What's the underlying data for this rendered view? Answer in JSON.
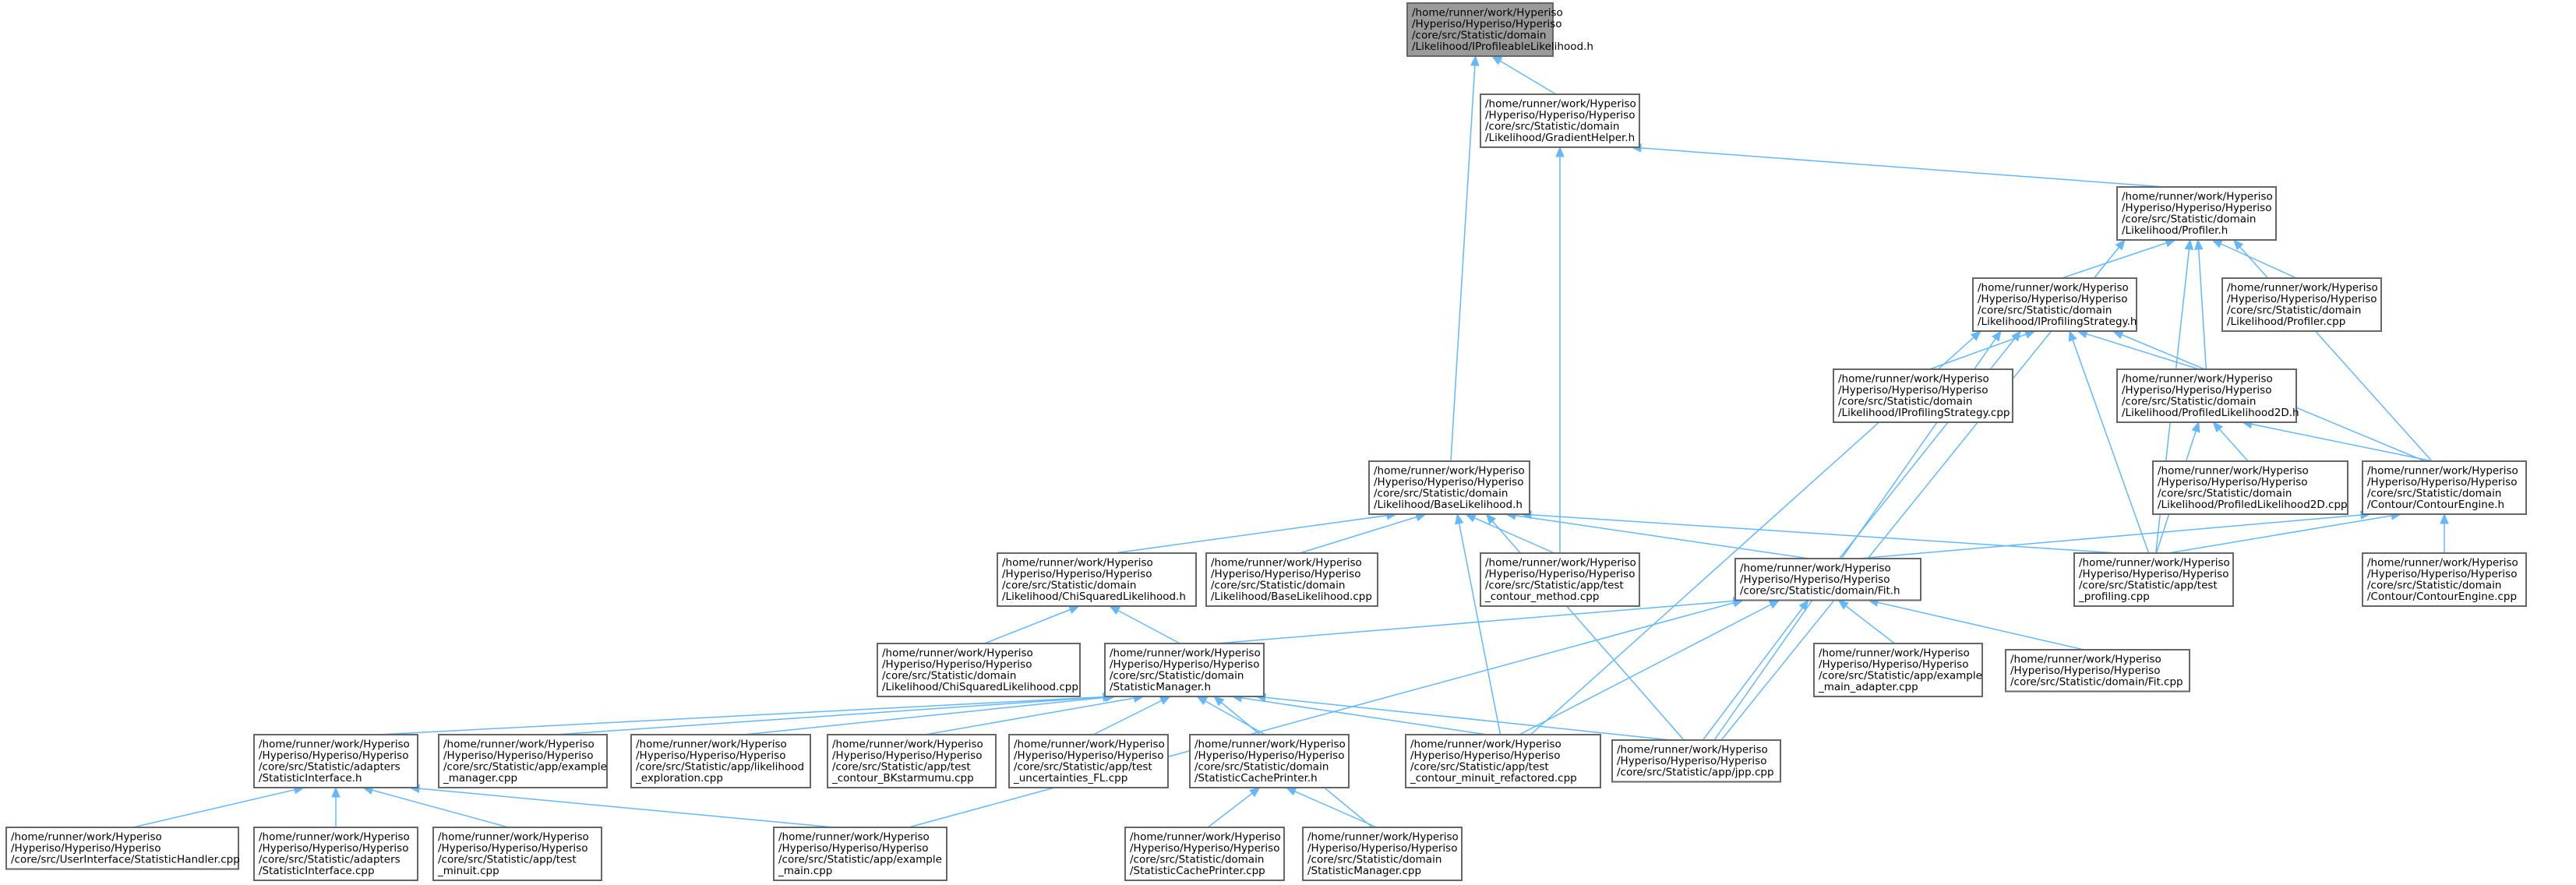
{
  "graph": {
    "colors": {
      "edge": "#63b8ff",
      "root_fill": "#9a9a9a",
      "node_fill": "#ffffff",
      "border": "#666666"
    },
    "nodes": [
      {
        "id": "root",
        "root": true,
        "lines": [
          "/home/runner/work/Hyperiso",
          "/Hyperiso/Hyperiso/Hyperiso",
          "/core/src/Statistic/domain",
          "/Likelihood/IProfileableLikelihood.h"
        ]
      },
      {
        "id": "gradient_helper_h",
        "lines": [
          "/home/runner/work/Hyperiso",
          "/Hyperiso/Hyperiso/Hyperiso",
          "/core/src/Statistic/domain",
          "/Likelihood/GradientHelper.h"
        ]
      },
      {
        "id": "profiler_h",
        "lines": [
          "/home/runner/work/Hyperiso",
          "/Hyperiso/Hyperiso/Hyperiso",
          "/core/src/Statistic/domain",
          "/Likelihood/Profiler.h"
        ]
      },
      {
        "id": "iprofiling_strategy_h",
        "lines": [
          "/home/runner/work/Hyperiso",
          "/Hyperiso/Hyperiso/Hyperiso",
          "/core/src/Statistic/domain",
          "/Likelihood/IProfilingStrategy.h"
        ]
      },
      {
        "id": "profiler_cpp",
        "lines": [
          "/home/runner/work/Hyperiso",
          "/Hyperiso/Hyperiso/Hyperiso",
          "/core/src/Statistic/domain",
          "/Likelihood/Profiler.cpp"
        ]
      },
      {
        "id": "iprofiling_strategy_cpp",
        "lines": [
          "/home/runner/work/Hyperiso",
          "/Hyperiso/Hyperiso/Hyperiso",
          "/core/src/Statistic/domain",
          "/Likelihood/IProfilingStrategy.cpp"
        ]
      },
      {
        "id": "profiled_likelihood2d_h",
        "lines": [
          "/home/runner/work/Hyperiso",
          "/Hyperiso/Hyperiso/Hyperiso",
          "/core/src/Statistic/domain",
          "/Likelihood/ProfiledLikelihood2D.h"
        ]
      },
      {
        "id": "base_likelihood_h",
        "lines": [
          "/home/runner/work/Hyperiso",
          "/Hyperiso/Hyperiso/Hyperiso",
          "/core/src/Statistic/domain",
          "/Likelihood/BaseLikelihood.h"
        ]
      },
      {
        "id": "profiled_likelihood2d_cpp",
        "lines": [
          "/home/runner/work/Hyperiso",
          "/Hyperiso/Hyperiso/Hyperiso",
          "/core/src/Statistic/domain",
          "/Likelihood/ProfiledLikelihood2D.cpp"
        ]
      },
      {
        "id": "contour_engine_h",
        "lines": [
          "/home/runner/work/Hyperiso",
          "/Hyperiso/Hyperiso/Hyperiso",
          "/core/src/Statistic/domain",
          "/Contour/ContourEngine.h"
        ]
      },
      {
        "id": "chi_squared_likelihood_h",
        "lines": [
          "/home/runner/work/Hyperiso",
          "/Hyperiso/Hyperiso/Hyperiso",
          "/core/src/Statistic/domain",
          "/Likelihood/ChiSquaredLikelihood.h"
        ]
      },
      {
        "id": "base_likelihood_cpp",
        "lines": [
          "/home/runner/work/Hyperiso",
          "/Hyperiso/Hyperiso/Hyperiso",
          "/core/src/Statistic/domain",
          "/Likelihood/BaseLikelihood.cpp"
        ]
      },
      {
        "id": "test_contour_method_cpp",
        "lines": [
          "/home/runner/work/Hyperiso",
          "/Hyperiso/Hyperiso/Hyperiso",
          "/core/src/Statistic/app/test",
          "_contour_method.cpp"
        ]
      },
      {
        "id": "fit_h",
        "lines": [
          "/home/runner/work/Hyperiso",
          "/Hyperiso/Hyperiso/Hyperiso",
          "/core/src/Statistic/domain/Fit.h"
        ]
      },
      {
        "id": "test_profiling_cpp",
        "lines": [
          "/home/runner/work/Hyperiso",
          "/Hyperiso/Hyperiso/Hyperiso",
          "/core/src/Statistic/app/test",
          "_profiling.cpp"
        ]
      },
      {
        "id": "contour_engine_cpp",
        "lines": [
          "/home/runner/work/Hyperiso",
          "/Hyperiso/Hyperiso/Hyperiso",
          "/core/src/Statistic/domain",
          "/Contour/ContourEngine.cpp"
        ]
      },
      {
        "id": "chi_squared_likelihood_cpp",
        "lines": [
          "/home/runner/work/Hyperiso",
          "/Hyperiso/Hyperiso/Hyperiso",
          "/core/src/Statistic/domain",
          "/Likelihood/ChiSquaredLikelihood.cpp"
        ]
      },
      {
        "id": "statistic_manager_h",
        "lines": [
          "/home/runner/work/Hyperiso",
          "/Hyperiso/Hyperiso/Hyperiso",
          "/core/src/Statistic/domain",
          "/StatisticManager.h"
        ]
      },
      {
        "id": "example_main_adapter_cpp",
        "lines": [
          "/home/runner/work/Hyperiso",
          "/Hyperiso/Hyperiso/Hyperiso",
          "/core/src/Statistic/app/example",
          "_main_adapter.cpp"
        ]
      },
      {
        "id": "fit_cpp",
        "lines": [
          "/home/runner/work/Hyperiso",
          "/Hyperiso/Hyperiso/Hyperiso",
          "/core/src/Statistic/domain/Fit.cpp"
        ]
      },
      {
        "id": "statistic_interface_h",
        "lines": [
          "/home/runner/work/Hyperiso",
          "/Hyperiso/Hyperiso/Hyperiso",
          "/core/src/Statistic/adapters",
          "/StatisticInterface.h"
        ]
      },
      {
        "id": "example_manager_cpp",
        "lines": [
          "/home/runner/work/Hyperiso",
          "/Hyperiso/Hyperiso/Hyperiso",
          "/core/src/Statistic/app/example",
          "_manager.cpp"
        ]
      },
      {
        "id": "likelihood_exploration_cpp",
        "lines": [
          "/home/runner/work/Hyperiso",
          "/Hyperiso/Hyperiso/Hyperiso",
          "/core/src/Statistic/app/likelihood",
          "_exploration.cpp"
        ]
      },
      {
        "id": "test_contour_bkstarmumu_cpp",
        "lines": [
          "/home/runner/work/Hyperiso",
          "/Hyperiso/Hyperiso/Hyperiso",
          "/core/src/Statistic/app/test",
          "_contour_BKstarmumu.cpp"
        ]
      },
      {
        "id": "test_uncertainties_fl_cpp",
        "lines": [
          "/home/runner/work/Hyperiso",
          "/Hyperiso/Hyperiso/Hyperiso",
          "/core/src/Statistic/app/test",
          "_uncertainties_FL.cpp"
        ]
      },
      {
        "id": "statistic_cache_printer_h",
        "lines": [
          "/home/runner/work/Hyperiso",
          "/Hyperiso/Hyperiso/Hyperiso",
          "/core/src/Statistic/domain",
          "/StatisticCachePrinter.h"
        ]
      },
      {
        "id": "test_contour_minuit_refactored_cpp",
        "lines": [
          "/home/runner/work/Hyperiso",
          "/Hyperiso/Hyperiso/Hyperiso",
          "/core/src/Statistic/app/test",
          "_contour_minuit_refactored.cpp"
        ]
      },
      {
        "id": "jpp_cpp",
        "lines": [
          "/home/runner/work/Hyperiso",
          "/Hyperiso/Hyperiso/Hyperiso",
          "/core/src/Statistic/app/jpp.cpp"
        ]
      },
      {
        "id": "statistic_handler_cpp",
        "lines": [
          "/home/runner/work/Hyperiso",
          "/Hyperiso/Hyperiso/Hyperiso",
          "/core/src/UserInterface/StatisticHandler.cpp"
        ]
      },
      {
        "id": "statistic_interface_cpp",
        "lines": [
          "/home/runner/work/Hyperiso",
          "/Hyperiso/Hyperiso/Hyperiso",
          "/core/src/Statistic/adapters",
          "/StatisticInterface.cpp"
        ]
      },
      {
        "id": "test_minuit_cpp",
        "lines": [
          "/home/runner/work/Hyperiso",
          "/Hyperiso/Hyperiso/Hyperiso",
          "/core/src/Statistic/app/test",
          "_minuit.cpp"
        ]
      },
      {
        "id": "example_main_cpp",
        "lines": [
          "/home/runner/work/Hyperiso",
          "/Hyperiso/Hyperiso/Hyperiso",
          "/core/src/Statistic/app/example",
          "_main.cpp"
        ]
      },
      {
        "id": "statistic_cache_printer_cpp",
        "lines": [
          "/home/runner/work/Hyperiso",
          "/Hyperiso/Hyperiso/Hyperiso",
          "/core/src/Statistic/domain",
          "/StatisticCachePrinter.cpp"
        ]
      },
      {
        "id": "statistic_manager_cpp",
        "lines": [
          "/home/runner/work/Hyperiso",
          "/Hyperiso/Hyperiso/Hyperiso",
          "/core/src/Statistic/domain",
          "/StatisticManager.cpp"
        ]
      }
    ],
    "edges": [
      [
        "root",
        "gradient_helper_h"
      ],
      [
        "root",
        "base_likelihood_h"
      ],
      [
        "gradient_helper_h",
        "profiler_h"
      ],
      [
        "gradient_helper_h",
        "test_contour_method_cpp"
      ],
      [
        "profiler_h",
        "iprofiling_strategy_h"
      ],
      [
        "profiler_h",
        "profiler_cpp"
      ],
      [
        "profiler_h",
        "profiled_likelihood2d_h"
      ],
      [
        "profiler_h",
        "contour_engine_h"
      ],
      [
        "profiler_h",
        "test_profiling_cpp"
      ],
      [
        "profiler_h",
        "jpp_cpp"
      ],
      [
        "iprofiling_strategy_h",
        "iprofiling_strategy_cpp"
      ],
      [
        "iprofiling_strategy_h",
        "profiled_likelihood2d_h"
      ],
      [
        "iprofiling_strategy_h",
        "contour_engine_h"
      ],
      [
        "iprofiling_strategy_h",
        "fit_h"
      ],
      [
        "iprofiling_strategy_h",
        "test_profiling_cpp"
      ],
      [
        "iprofiling_strategy_h",
        "test_contour_minuit_refactored_cpp"
      ],
      [
        "iprofiling_strategy_h",
        "jpp_cpp"
      ],
      [
        "profiled_likelihood2d_h",
        "profiled_likelihood2d_cpp"
      ],
      [
        "profiled_likelihood2d_h",
        "contour_engine_h"
      ],
      [
        "profiled_likelihood2d_h",
        "test_profiling_cpp"
      ],
      [
        "contour_engine_h",
        "contour_engine_cpp"
      ],
      [
        "contour_engine_h",
        "fit_h"
      ],
      [
        "contour_engine_h",
        "test_profiling_cpp"
      ],
      [
        "base_likelihood_h",
        "chi_squared_likelihood_h"
      ],
      [
        "base_likelihood_h",
        "base_likelihood_cpp"
      ],
      [
        "base_likelihood_h",
        "test_contour_method_cpp"
      ],
      [
        "base_likelihood_h",
        "fit_h"
      ],
      [
        "base_likelihood_h",
        "test_profiling_cpp"
      ],
      [
        "base_likelihood_h",
        "test_contour_minuit_refactored_cpp"
      ],
      [
        "base_likelihood_h",
        "jpp_cpp"
      ],
      [
        "chi_squared_likelihood_h",
        "chi_squared_likelihood_cpp"
      ],
      [
        "chi_squared_likelihood_h",
        "statistic_manager_h"
      ],
      [
        "fit_h",
        "statistic_manager_h"
      ],
      [
        "fit_h",
        "example_main_adapter_cpp"
      ],
      [
        "fit_h",
        "fit_cpp"
      ],
      [
        "fit_h",
        "test_contour_minuit_refactored_cpp"
      ],
      [
        "fit_h",
        "jpp_cpp"
      ],
      [
        "fit_h",
        "example_main_cpp"
      ],
      [
        "statistic_manager_h",
        "statistic_interface_h"
      ],
      [
        "statistic_manager_h",
        "example_manager_cpp"
      ],
      [
        "statistic_manager_h",
        "likelihood_exploration_cpp"
      ],
      [
        "statistic_manager_h",
        "test_contour_bkstarmumu_cpp"
      ],
      [
        "statistic_manager_h",
        "test_uncertainties_fl_cpp"
      ],
      [
        "statistic_manager_h",
        "statistic_cache_printer_h"
      ],
      [
        "statistic_manager_h",
        "test_contour_minuit_refactored_cpp"
      ],
      [
        "statistic_manager_h",
        "jpp_cpp"
      ],
      [
        "statistic_manager_h",
        "statistic_manager_cpp"
      ],
      [
        "statistic_interface_h",
        "statistic_handler_cpp"
      ],
      [
        "statistic_interface_h",
        "statistic_interface_cpp"
      ],
      [
        "statistic_interface_h",
        "test_minuit_cpp"
      ],
      [
        "statistic_interface_h",
        "example_main_cpp"
      ],
      [
        "statistic_cache_printer_h",
        "statistic_cache_printer_cpp"
      ],
      [
        "statistic_cache_printer_h",
        "statistic_manager_cpp"
      ]
    ]
  }
}
